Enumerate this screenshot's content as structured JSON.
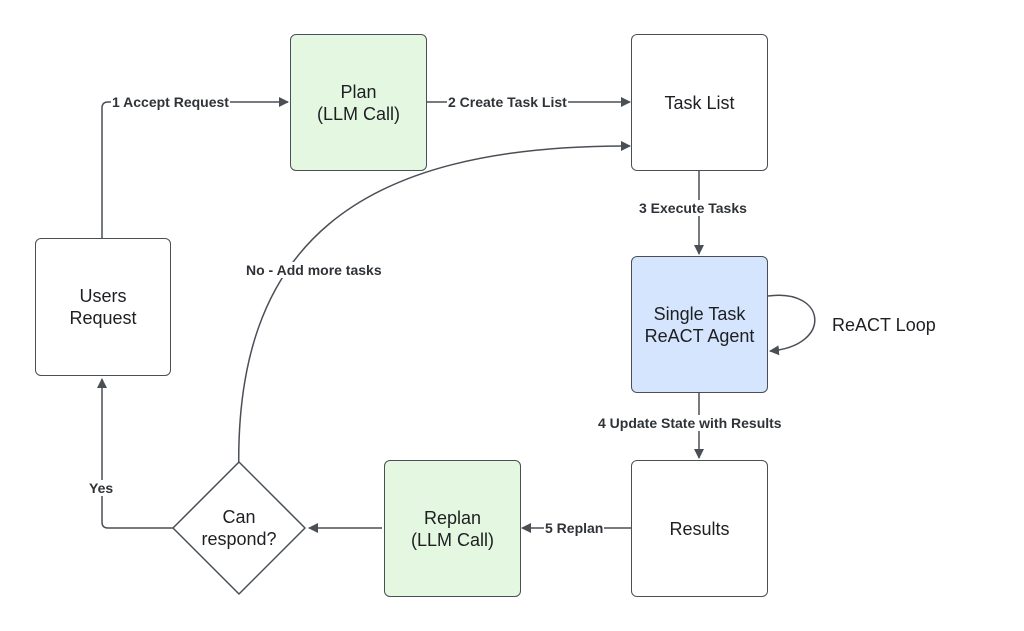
{
  "nodes": {
    "users_request": {
      "label": "Users\nRequest"
    },
    "plan": {
      "label": "Plan\n(LLM Call)"
    },
    "task_list": {
      "label": "Task List"
    },
    "react_agent": {
      "label": "Single Task\nReACT Agent"
    },
    "results": {
      "label": "Results"
    },
    "replan": {
      "label": "Replan\n(LLM Call)"
    },
    "can_respond": {
      "label": "Can\nrespond?"
    }
  },
  "edges": {
    "accept_request": "1 Accept Request",
    "create_task_list": "2 Create Task List",
    "execute_tasks": "3 Execute Tasks",
    "update_state": "4 Update State with Results",
    "replan": "5 Replan",
    "yes": "Yes",
    "no_add_tasks": "No - Add more tasks"
  },
  "loop_label": "ReACT Loop",
  "colors": {
    "plan_fill": "#e4f8e1",
    "replan_fill": "#e4f8e1",
    "agent_fill": "#d4e5fd",
    "default_fill": "#ffffff",
    "stroke": "#4a4f55"
  }
}
